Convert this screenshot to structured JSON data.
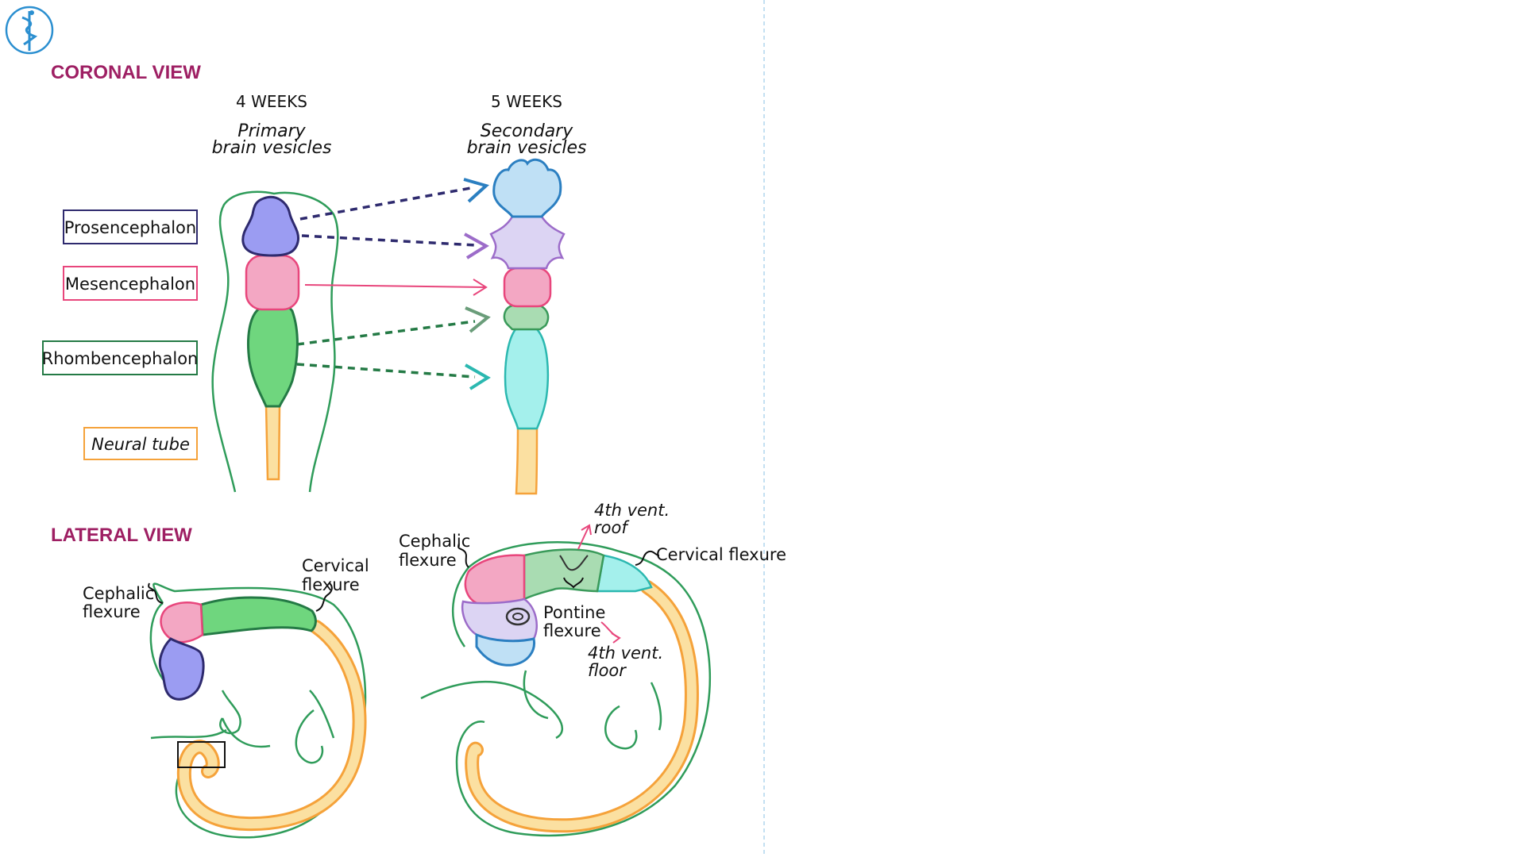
{
  "sections": {
    "coronal": "CORONAL VIEW",
    "lateral": "LATERAL VIEW"
  },
  "coronal": {
    "week4": {
      "weeks": "4 WEEKS",
      "title_line1": "Primary",
      "title_line2": "brain vesicles"
    },
    "week5": {
      "weeks": "5 WEEKS",
      "title_line1": "Secondary",
      "title_line2": "brain vesicles"
    },
    "labels": {
      "prosencephalon": "Prosencephalon",
      "mesencephalon": "Mesencephalon",
      "rhombencephalon": "Rhombencephalon",
      "neural_tube": "Neural tube"
    }
  },
  "lateral_week4": {
    "cephalic_line1": "Cephalic",
    "cephalic_line2": "flexure",
    "cervical_line1": "Cervical",
    "cervical_line2": "flexure"
  },
  "lateral_week5": {
    "cephalic_line1": "Cephalic",
    "cephalic_line2": "flexure",
    "cervical": "Cervical flexure",
    "pontine_line1": "Pontine",
    "pontine_line2": "flexure",
    "roof_line1": "4th vent.",
    "roof_line2": "roof",
    "floor_line1": "4th vent.",
    "floor_line2": "floor"
  },
  "colors": {
    "section_title": "#9e1f63",
    "outline_green": "#2f9c5a",
    "prosencephalon": "#9b9cf2",
    "mesencephalon": "#f3a7c3",
    "rhombencephalon": "#6fd67e",
    "neural_tube": "#fbe0a1",
    "telencephalon": "#bfe0f5",
    "diencephalon": "#dcd4f3",
    "metencephalon": "#a9dcb2",
    "myelencephalon": "#a4f0ec",
    "divider": "#9ccbe8"
  },
  "icons": {
    "logo": "caduceus-icon"
  }
}
